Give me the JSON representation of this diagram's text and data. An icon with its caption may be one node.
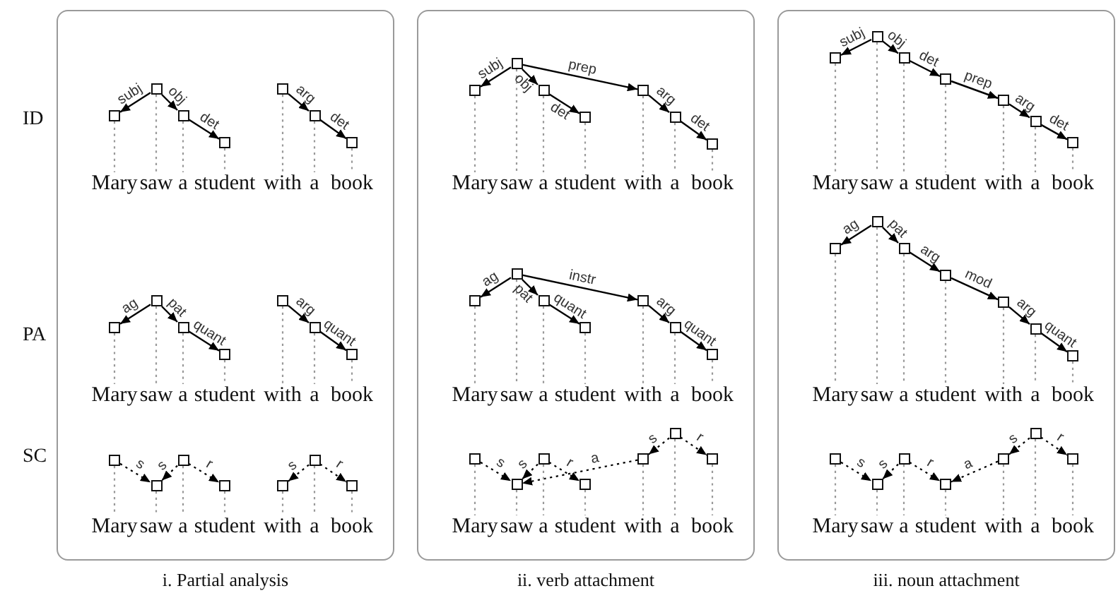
{
  "diagram": {
    "nodes": [
      {
        "text": [
          "i. Partial analysis"
        ]
      },
      {
        "text": [],
        "shape": "box",
        "in": 0
      },
      {
        "text": [],
        "shape": "box",
        "in": 0
      },
      {
        "text": [],
        "shape": "box",
        "in": 0
      },
      {
        "text": [],
        "shape": "box",
        "in": 0
      },
      {
        "text": [],
        "shape": "box",
        "in": 0
      },
      {
        "text": [],
        "shape": "box",
        "in": 0
      },
      {
        "text": [],
        "shape": "box",
        "in": 0
      },
      {
        "text": [
          "Mary"
        ],
        "in": 0
      },
      {
        "text": [
          "saw"
        ],
        "in": 0
      },
      {
        "text": [
          "a"
        ],
        "in": 0
      },
      {
        "text": [
          "student"
        ],
        "in": 0
      },
      {
        "text": [
          "with"
        ],
        "in": 0
      },
      {
        "text": [
          "a"
        ],
        "in": 0
      },
      {
        "text": [
          "book"
        ],
        "in": 0
      },
      {
        "text": [],
        "shape": "box",
        "in": 0
      },
      {
        "text": [],
        "shape": "box",
        "in": 0
      },
      {
        "text": [],
        "shape": "box",
        "in": 0
      },
      {
        "text": [],
        "shape": "box",
        "in": 0
      },
      {
        "text": [],
        "shape": "box",
        "in": 0
      },
      {
        "text": [],
        "shape": "box",
        "in": 0
      },
      {
        "text": [],
        "shape": "box",
        "in": 0
      },
      {
        "text": [
          "Mary"
        ],
        "in": 0
      },
      {
        "text": [
          "saw"
        ],
        "in": 0
      },
      {
        "text": [
          "a"
        ],
        "in": 0
      },
      {
        "text": [
          "student"
        ],
        "in": 0
      },
      {
        "text": [
          "with"
        ],
        "in": 0
      },
      {
        "text": [
          "a"
        ],
        "in": 0
      },
      {
        "text": [
          "book"
        ],
        "in": 0
      },
      {
        "text": [],
        "shape": "box",
        "in": 0
      },
      {
        "text": [],
        "shape": "box",
        "in": 0
      },
      {
        "text": [],
        "shape": "box",
        "in": 0
      },
      {
        "text": [],
        "shape": "box",
        "in": 0
      },
      {
        "text": [],
        "shape": "box",
        "in": 0
      },
      {
        "text": [],
        "shape": "box",
        "in": 0
      },
      {
        "text": [],
        "shape": "box",
        "in": 0
      },
      {
        "text": [
          "Mary"
        ],
        "in": 0
      },
      {
        "text": [
          "saw"
        ],
        "in": 0
      },
      {
        "text": [
          "a"
        ],
        "in": 0
      },
      {
        "text": [
          "student"
        ],
        "in": 0
      },
      {
        "text": [
          "with"
        ],
        "in": 0
      },
      {
        "text": [
          "a"
        ],
        "in": 0
      },
      {
        "text": [
          "book"
        ],
        "in": 0
      },
      {
        "text": [
          "ii. verb attachment"
        ]
      },
      {
        "text": [],
        "shape": "box",
        "in": 43
      },
      {
        "text": [],
        "shape": "box",
        "in": 43
      },
      {
        "text": [],
        "shape": "box",
        "in": 43
      },
      {
        "text": [],
        "shape": "box",
        "in": 43
      },
      {
        "text": [],
        "shape": "box",
        "in": 43
      },
      {
        "text": [],
        "shape": "box",
        "in": 43
      },
      {
        "text": [],
        "shape": "box",
        "in": 43
      },
      {
        "text": [
          "Mary"
        ],
        "in": 43
      },
      {
        "text": [
          "saw"
        ],
        "in": 43
      },
      {
        "text": [
          "a"
        ],
        "in": 43
      },
      {
        "text": [
          "student"
        ],
        "in": 43
      },
      {
        "text": [
          "with"
        ],
        "in": 43
      },
      {
        "text": [
          "a"
        ],
        "in": 43
      },
      {
        "text": [
          "book"
        ],
        "in": 43
      },
      {
        "text": [],
        "shape": "box",
        "in": 43
      },
      {
        "text": [],
        "shape": "box",
        "in": 43
      },
      {
        "text": [],
        "shape": "box",
        "in": 43
      },
      {
        "text": [],
        "shape": "box",
        "in": 43
      },
      {
        "text": [],
        "shape": "box",
        "in": 43
      },
      {
        "text": [],
        "shape": "box",
        "in": 43
      },
      {
        "text": [],
        "shape": "box",
        "in": 43
      },
      {
        "text": [
          "Mary"
        ],
        "in": 43
      },
      {
        "text": [
          "saw"
        ],
        "in": 43
      },
      {
        "text": [
          "a"
        ],
        "in": 43
      },
      {
        "text": [
          "student"
        ],
        "in": 43
      },
      {
        "text": [
          "with"
        ],
        "in": 43
      },
      {
        "text": [
          "a"
        ],
        "in": 43
      },
      {
        "text": [
          "book"
        ],
        "in": 43
      },
      {
        "text": [],
        "shape": "box",
        "in": 43
      },
      {
        "text": [],
        "shape": "box",
        "in": 43
      },
      {
        "text": [],
        "shape": "box",
        "in": 43
      },
      {
        "text": [],
        "shape": "box",
        "in": 43
      },
      {
        "text": [],
        "shape": "box",
        "in": 43
      },
      {
        "text": [],
        "shape": "box",
        "in": 43
      },
      {
        "text": [],
        "shape": "box",
        "in": 43
      },
      {
        "text": [
          "Mary"
        ],
        "in": 43
      },
      {
        "text": [
          "saw"
        ],
        "in": 43
      },
      {
        "text": [
          "a"
        ],
        "in": 43
      },
      {
        "text": [
          "student"
        ],
        "in": 43
      },
      {
        "text": [
          "with"
        ],
        "in": 43
      },
      {
        "text": [
          "a"
        ],
        "in": 43
      },
      {
        "text": [
          "book"
        ],
        "in": 43
      },
      {
        "text": [
          "iii. noun attachment"
        ]
      },
      {
        "text": [],
        "shape": "box",
        "in": 86
      },
      {
        "text": [],
        "shape": "box",
        "in": 86
      },
      {
        "text": [],
        "shape": "box",
        "in": 86
      },
      {
        "text": [],
        "shape": "box",
        "in": 86
      },
      {
        "text": [],
        "shape": "box",
        "in": 86
      },
      {
        "text": [],
        "shape": "box",
        "in": 86
      },
      {
        "text": [],
        "shape": "box",
        "in": 86
      },
      {
        "text": [
          "Mary"
        ],
        "in": 86
      },
      {
        "text": [
          "saw"
        ],
        "in": 86
      },
      {
        "text": [
          "a"
        ],
        "in": 86
      },
      {
        "text": [
          "student"
        ],
        "in": 86
      },
      {
        "text": [
          "with"
        ],
        "in": 86
      },
      {
        "text": [
          "a"
        ],
        "in": 86
      },
      {
        "text": [
          "book"
        ],
        "in": 86
      },
      {
        "text": [],
        "shape": "box",
        "in": 86
      },
      {
        "text": [],
        "shape": "box",
        "in": 86
      },
      {
        "text": [],
        "shape": "box",
        "in": 86
      },
      {
        "text": [],
        "shape": "box",
        "in": 86
      },
      {
        "text": [],
        "shape": "box",
        "in": 86
      },
      {
        "text": [],
        "shape": "box",
        "in": 86
      },
      {
        "text": [],
        "shape": "box",
        "in": 86
      },
      {
        "text": [
          "Mary"
        ],
        "in": 86
      },
      {
        "text": [
          "saw"
        ],
        "in": 86
      },
      {
        "text": [
          "a"
        ],
        "in": 86
      },
      {
        "text": [
          "student"
        ],
        "in": 86
      },
      {
        "text": [
          "with"
        ],
        "in": 86
      },
      {
        "text": [
          "a"
        ],
        "in": 86
      },
      {
        "text": [
          "book"
        ],
        "in": 86
      },
      {
        "text": [],
        "shape": "box",
        "in": 86
      },
      {
        "text": [],
        "shape": "box",
        "in": 86
      },
      {
        "text": [],
        "shape": "box",
        "in": 86
      },
      {
        "text": [],
        "shape": "box",
        "in": 86
      },
      {
        "text": [],
        "shape": "box",
        "in": 86
      },
      {
        "text": [],
        "shape": "box",
        "in": 86
      },
      {
        "text": [],
        "shape": "box",
        "in": 86
      },
      {
        "text": [
          "Mary"
        ],
        "in": 86
      },
      {
        "text": [
          "saw"
        ],
        "in": 86
      },
      {
        "text": [
          "a"
        ],
        "in": 86
      },
      {
        "text": [
          "student"
        ],
        "in": 86
      },
      {
        "text": [
          "with"
        ],
        "in": 86
      },
      {
        "text": [
          "a"
        ],
        "in": 86
      },
      {
        "text": [
          "book"
        ],
        "in": 86
      }
    ],
    "edges": [
      {
        "from": 2,
        "to": 1,
        "arrow": "to",
        "label": "subj",
        "color": "#000000"
      },
      {
        "from": 2,
        "to": 3,
        "arrow": "to",
        "label": "obj",
        "color": "#000000"
      },
      {
        "from": 3,
        "to": 4,
        "arrow": "to",
        "label": "det",
        "color": "#000000"
      },
      {
        "from": 5,
        "to": 6,
        "arrow": "to",
        "label": "arg",
        "color": "#000000"
      },
      {
        "from": 6,
        "to": 7,
        "arrow": "to",
        "label": "det",
        "color": "#000000"
      },
      {
        "from": 1,
        "to": 8,
        "arrow": "none",
        "style": "dashed"
      },
      {
        "from": 2,
        "to": 9,
        "arrow": "none",
        "style": "dashed"
      },
      {
        "from": 3,
        "to": 10,
        "arrow": "none",
        "style": "dashed"
      },
      {
        "from": 4,
        "to": 11,
        "arrow": "none",
        "style": "dashed"
      },
      {
        "from": 5,
        "to": 12,
        "arrow": "none",
        "style": "dashed"
      },
      {
        "from": 6,
        "to": 13,
        "arrow": "none",
        "style": "dashed"
      },
      {
        "from": 7,
        "to": 14,
        "arrow": "none",
        "style": "dashed"
      },
      {
        "from": 16,
        "to": 15,
        "arrow": "to",
        "label": "ag",
        "color": "#000000"
      },
      {
        "from": 16,
        "to": 17,
        "arrow": "to",
        "label": "pat",
        "color": "#000000"
      },
      {
        "from": 17,
        "to": 18,
        "arrow": "to",
        "label": "quant",
        "color": "#000000"
      },
      {
        "from": 19,
        "to": 20,
        "arrow": "to",
        "label": "arg",
        "color": "#000000"
      },
      {
        "from": 20,
        "to": 21,
        "arrow": "to",
        "label": "quant",
        "color": "#000000"
      },
      {
        "from": 15,
        "to": 22,
        "arrow": "none",
        "style": "dashed"
      },
      {
        "from": 16,
        "to": 23,
        "arrow": "none",
        "style": "dashed"
      },
      {
        "from": 17,
        "to": 24,
        "arrow": "none",
        "style": "dashed"
      },
      {
        "from": 18,
        "to": 25,
        "arrow": "none",
        "style": "dashed"
      },
      {
        "from": 19,
        "to": 26,
        "arrow": "none",
        "style": "dashed"
      },
      {
        "from": 20,
        "to": 27,
        "arrow": "none",
        "style": "dashed"
      },
      {
        "from": 21,
        "to": 28,
        "arrow": "none",
        "style": "dashed"
      },
      {
        "from": 29,
        "to": 30,
        "arrow": "to",
        "label": "s",
        "style": "dashed",
        "color": "#000000"
      },
      {
        "from": 31,
        "to": 30,
        "arrow": "to",
        "label": "s",
        "style": "dashed",
        "color": "#000000"
      },
      {
        "from": 31,
        "to": 32,
        "arrow": "to",
        "label": "r",
        "style": "dashed",
        "color": "#000000"
      },
      {
        "from": 34,
        "to": 33,
        "arrow": "to",
        "label": "s",
        "style": "dashed",
        "color": "#000000"
      },
      {
        "from": 34,
        "to": 35,
        "arrow": "to",
        "label": "r",
        "style": "dashed",
        "color": "#000000"
      },
      {
        "from": 29,
        "to": 36,
        "arrow": "none",
        "style": "dashed"
      },
      {
        "from": 30,
        "to": 37,
        "arrow": "none",
        "style": "dashed"
      },
      {
        "from": 31,
        "to": 38,
        "arrow": "none",
        "style": "dashed"
      },
      {
        "from": 32,
        "to": 39,
        "arrow": "none",
        "style": "dashed"
      },
      {
        "from": 33,
        "to": 40,
        "arrow": "none",
        "style": "dashed"
      },
      {
        "from": 34,
        "to": 41,
        "arrow": "none",
        "style": "dashed"
      },
      {
        "from": 35,
        "to": 42,
        "arrow": "none",
        "style": "dashed"
      },
      {
        "from": 45,
        "to": 44,
        "arrow": "to",
        "label": "subj",
        "color": "#000000"
      },
      {
        "from": 45,
        "to": 46,
        "arrow": "to",
        "label": "obj",
        "color": "#000000"
      },
      {
        "from": 46,
        "to": 47,
        "arrow": "to",
        "label": "det",
        "color": "#000000"
      },
      {
        "from": 45,
        "to": 48,
        "arrow": "to",
        "label": "prep",
        "color": "#000000"
      },
      {
        "from": 48,
        "to": 49,
        "arrow": "to",
        "label": "arg",
        "color": "#000000"
      },
      {
        "from": 49,
        "to": 50,
        "arrow": "to",
        "label": "det",
        "color": "#000000"
      },
      {
        "from": 44,
        "to": 51,
        "arrow": "none",
        "style": "dashed"
      },
      {
        "from": 45,
        "to": 52,
        "arrow": "none",
        "style": "dashed"
      },
      {
        "from": 46,
        "to": 53,
        "arrow": "none",
        "style": "dashed"
      },
      {
        "from": 47,
        "to": 54,
        "arrow": "none",
        "style": "dashed"
      },
      {
        "from": 48,
        "to": 55,
        "arrow": "none",
        "style": "dashed"
      },
      {
        "from": 49,
        "to": 56,
        "arrow": "none",
        "style": "dashed"
      },
      {
        "from": 50,
        "to": 57,
        "arrow": "none",
        "style": "dashed"
      },
      {
        "from": 59,
        "to": 58,
        "arrow": "to",
        "label": "ag",
        "color": "#000000"
      },
      {
        "from": 59,
        "to": 60,
        "arrow": "to",
        "label": "pat",
        "color": "#000000"
      },
      {
        "from": 60,
        "to": 61,
        "arrow": "to",
        "label": "quant",
        "color": "#000000"
      },
      {
        "from": 59,
        "to": 62,
        "arrow": "to",
        "label": "instr",
        "color": "#000000"
      },
      {
        "from": 62,
        "to": 63,
        "arrow": "to",
        "label": "arg",
        "color": "#000000"
      },
      {
        "from": 63,
        "to": 64,
        "arrow": "to",
        "label": "quant",
        "color": "#000000"
      },
      {
        "from": 58,
        "to": 65,
        "arrow": "none",
        "style": "dashed"
      },
      {
        "from": 59,
        "to": 66,
        "arrow": "none",
        "style": "dashed"
      },
      {
        "from": 60,
        "to": 67,
        "arrow": "none",
        "style": "dashed"
      },
      {
        "from": 61,
        "to": 68,
        "arrow": "none",
        "style": "dashed"
      },
      {
        "from": 62,
        "to": 69,
        "arrow": "none",
        "style": "dashed"
      },
      {
        "from": 63,
        "to": 70,
        "arrow": "none",
        "style": "dashed"
      },
      {
        "from": 64,
        "to": 71,
        "arrow": "none",
        "style": "dashed"
      },
      {
        "from": 72,
        "to": 73,
        "arrow": "to",
        "label": "s",
        "style": "dashed",
        "color": "#000000"
      },
      {
        "from": 74,
        "to": 73,
        "arrow": "to",
        "label": "s",
        "style": "dashed",
        "color": "#000000"
      },
      {
        "from": 74,
        "to": 75,
        "arrow": "to",
        "label": "r",
        "style": "dashed",
        "color": "#000000"
      },
      {
        "from": 76,
        "to": 73,
        "arrow": "to",
        "label": "a",
        "style": "dashed",
        "color": "#000000"
      },
      {
        "from": 77,
        "to": 76,
        "arrow": "to",
        "label": "s",
        "style": "dashed",
        "color": "#000000"
      },
      {
        "from": 77,
        "to": 78,
        "arrow": "to",
        "label": "r",
        "style": "dashed",
        "color": "#000000"
      },
      {
        "from": 72,
        "to": 79,
        "arrow": "none",
        "style": "dashed"
      },
      {
        "from": 73,
        "to": 80,
        "arrow": "none",
        "style": "dashed"
      },
      {
        "from": 74,
        "to": 81,
        "arrow": "none",
        "style": "dashed"
      },
      {
        "from": 75,
        "to": 82,
        "arrow": "none",
        "style": "dashed"
      },
      {
        "from": 76,
        "to": 83,
        "arrow": "none",
        "style": "dashed"
      },
      {
        "from": 77,
        "to": 84,
        "arrow": "none",
        "style": "dashed"
      },
      {
        "from": 78,
        "to": 85,
        "arrow": "none",
        "style": "dashed"
      },
      {
        "from": 88,
        "to": 87,
        "arrow": "to",
        "label": "subj",
        "color": "#000000"
      },
      {
        "from": 88,
        "to": 89,
        "arrow": "to",
        "label": "obj",
        "color": "#000000"
      },
      {
        "from": 89,
        "to": 90,
        "arrow": "to",
        "label": "det",
        "color": "#000000"
      },
      {
        "from": 90,
        "to": 91,
        "arrow": "to",
        "label": "prep",
        "color": "#000000"
      },
      {
        "from": 91,
        "to": 92,
        "arrow": "to",
        "label": "arg",
        "color": "#000000"
      },
      {
        "from": 92,
        "to": 93,
        "arrow": "to",
        "label": "det",
        "color": "#000000"
      },
      {
        "from": 87,
        "to": 94,
        "arrow": "none",
        "style": "dashed"
      },
      {
        "from": 88,
        "to": 95,
        "arrow": "none",
        "style": "dashed"
      },
      {
        "from": 89,
        "to": 96,
        "arrow": "none",
        "style": "dashed"
      },
      {
        "from": 90,
        "to": 97,
        "arrow": "none",
        "style": "dashed"
      },
      {
        "from": 91,
        "to": 98,
        "arrow": "none",
        "style": "dashed"
      },
      {
        "from": 92,
        "to": 99,
        "arrow": "none",
        "style": "dashed"
      },
      {
        "from": 93,
        "to": 100,
        "arrow": "none",
        "style": "dashed"
      },
      {
        "from": 102,
        "to": 101,
        "arrow": "to",
        "label": "ag",
        "color": "#000000"
      },
      {
        "from": 102,
        "to": 103,
        "arrow": "to",
        "label": "pat",
        "color": "#000000"
      },
      {
        "from": 103,
        "to": 104,
        "arrow": "to",
        "label": "arg",
        "color": "#000000"
      },
      {
        "from": 104,
        "to": 105,
        "arrow": "to",
        "label": "mod",
        "color": "#000000"
      },
      {
        "from": 105,
        "to": 106,
        "arrow": "to",
        "label": "arg",
        "color": "#000000"
      },
      {
        "from": 106,
        "to": 107,
        "arrow": "to",
        "label": "quant",
        "color": "#000000"
      },
      {
        "from": 101,
        "to": 108,
        "arrow": "none",
        "style": "dashed"
      },
      {
        "from": 102,
        "to": 109,
        "arrow": "none",
        "style": "dashed"
      },
      {
        "from": 103,
        "to": 110,
        "arrow": "none",
        "style": "dashed"
      },
      {
        "from": 104,
        "to": 111,
        "arrow": "none",
        "style": "dashed"
      },
      {
        "from": 105,
        "to": 112,
        "arrow": "none",
        "style": "dashed"
      },
      {
        "from": 106,
        "to": 113,
        "arrow": "none",
        "style": "dashed"
      },
      {
        "from": 107,
        "to": 114,
        "arrow": "none",
        "style": "dashed"
      },
      {
        "from": 115,
        "to": 116,
        "arrow": "to",
        "label": "s",
        "style": "dashed",
        "color": "#000000"
      },
      {
        "from": 117,
        "to": 116,
        "arrow": "to",
        "label": "s",
        "style": "dashed",
        "color": "#000000"
      },
      {
        "from": 117,
        "to": 118,
        "arrow": "to",
        "label": "r",
        "style": "dashed",
        "color": "#000000"
      },
      {
        "from": 119,
        "to": 118,
        "arrow": "to",
        "label": "a",
        "style": "dashed",
        "color": "#000000"
      },
      {
        "from": 120,
        "to": 119,
        "arrow": "to",
        "label": "s",
        "style": "dashed",
        "color": "#000000"
      },
      {
        "from": 120,
        "to": 121,
        "arrow": "to",
        "label": "r",
        "style": "dashed",
        "color": "#000000"
      },
      {
        "from": 115,
        "to": 122,
        "arrow": "none",
        "style": "dashed"
      },
      {
        "from": 116,
        "to": 123,
        "arrow": "none",
        "style": "dashed"
      },
      {
        "from": 117,
        "to": 124,
        "arrow": "none",
        "style": "dashed"
      },
      {
        "from": 118,
        "to": 125,
        "arrow": "none",
        "style": "dashed"
      },
      {
        "from": 119,
        "to": 126,
        "arrow": "none",
        "style": "dashed"
      },
      {
        "from": 120,
        "to": 127,
        "arrow": "none",
        "style": "dashed"
      },
      {
        "from": 121,
        "to": 128,
        "arrow": "none",
        "style": "dashed"
      }
    ],
    "labels": [
      "ID",
      "PA",
      "SC"
    ]
  }
}
